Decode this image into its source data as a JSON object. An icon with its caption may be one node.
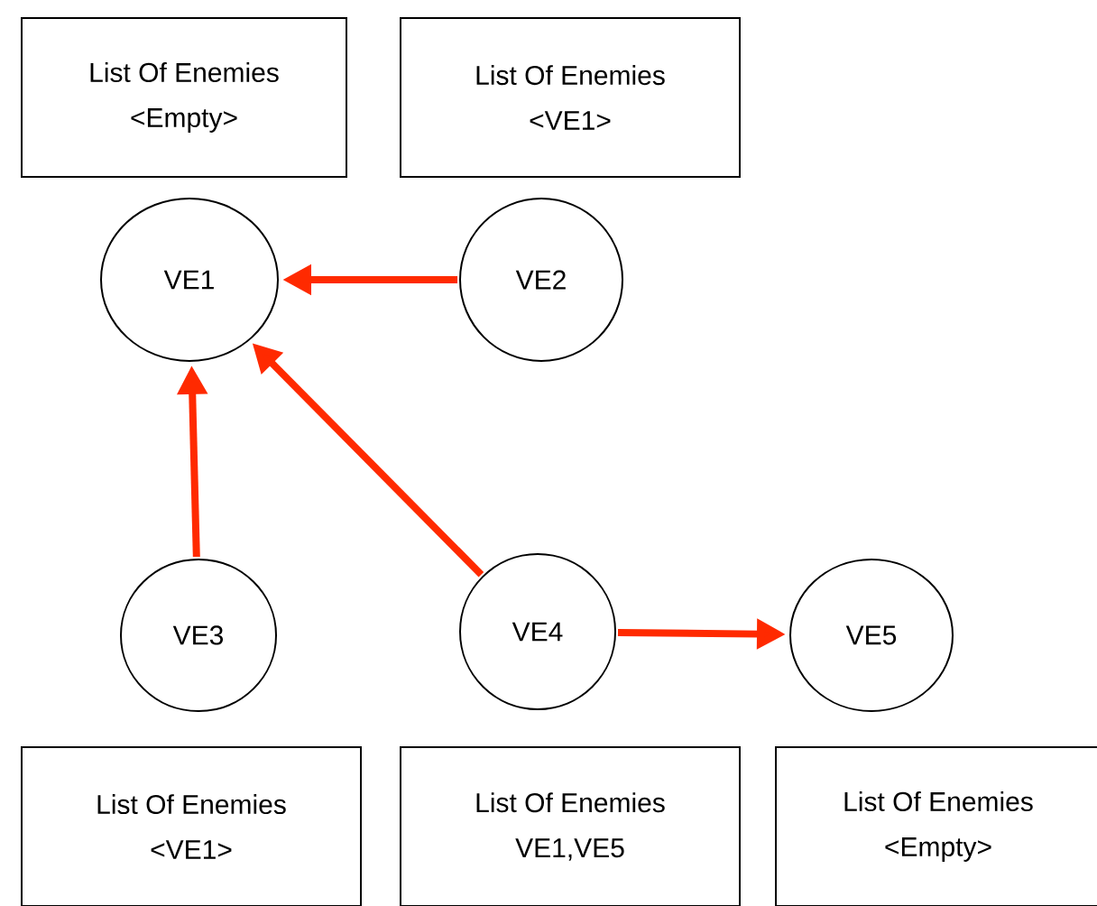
{
  "diagram": {
    "nodes": [
      {
        "text": [
          "List Of Enemies",
          "<Empty>"
        ]
      },
      {
        "text": [
          "List Of Enemies",
          "<VE1>"
        ]
      },
      {
        "text": [
          "VE1"
        ]
      },
      {
        "text": [
          "VE2"
        ]
      },
      {
        "text": [
          "VE3"
        ]
      },
      {
        "text": [
          "VE4"
        ]
      },
      {
        "text": [
          "VE5"
        ]
      },
      {
        "text": [
          "List Of Enemies",
          "<VE1>"
        ]
      },
      {
        "text": [
          "List Of Enemies",
          "VE1,VE5"
        ]
      },
      {
        "text": [
          "List Of Enemies",
          "<Empty>"
        ]
      }
    ],
    "edges": [
      {
        "from": 3,
        "to": 2,
        "arrow": "to"
      },
      {
        "from": 4,
        "to": 2,
        "arrow": "to"
      },
      {
        "from": 5,
        "to": 2,
        "arrow": "to"
      },
      {
        "from": 5,
        "to": 6,
        "arrow": "to"
      }
    ]
  }
}
